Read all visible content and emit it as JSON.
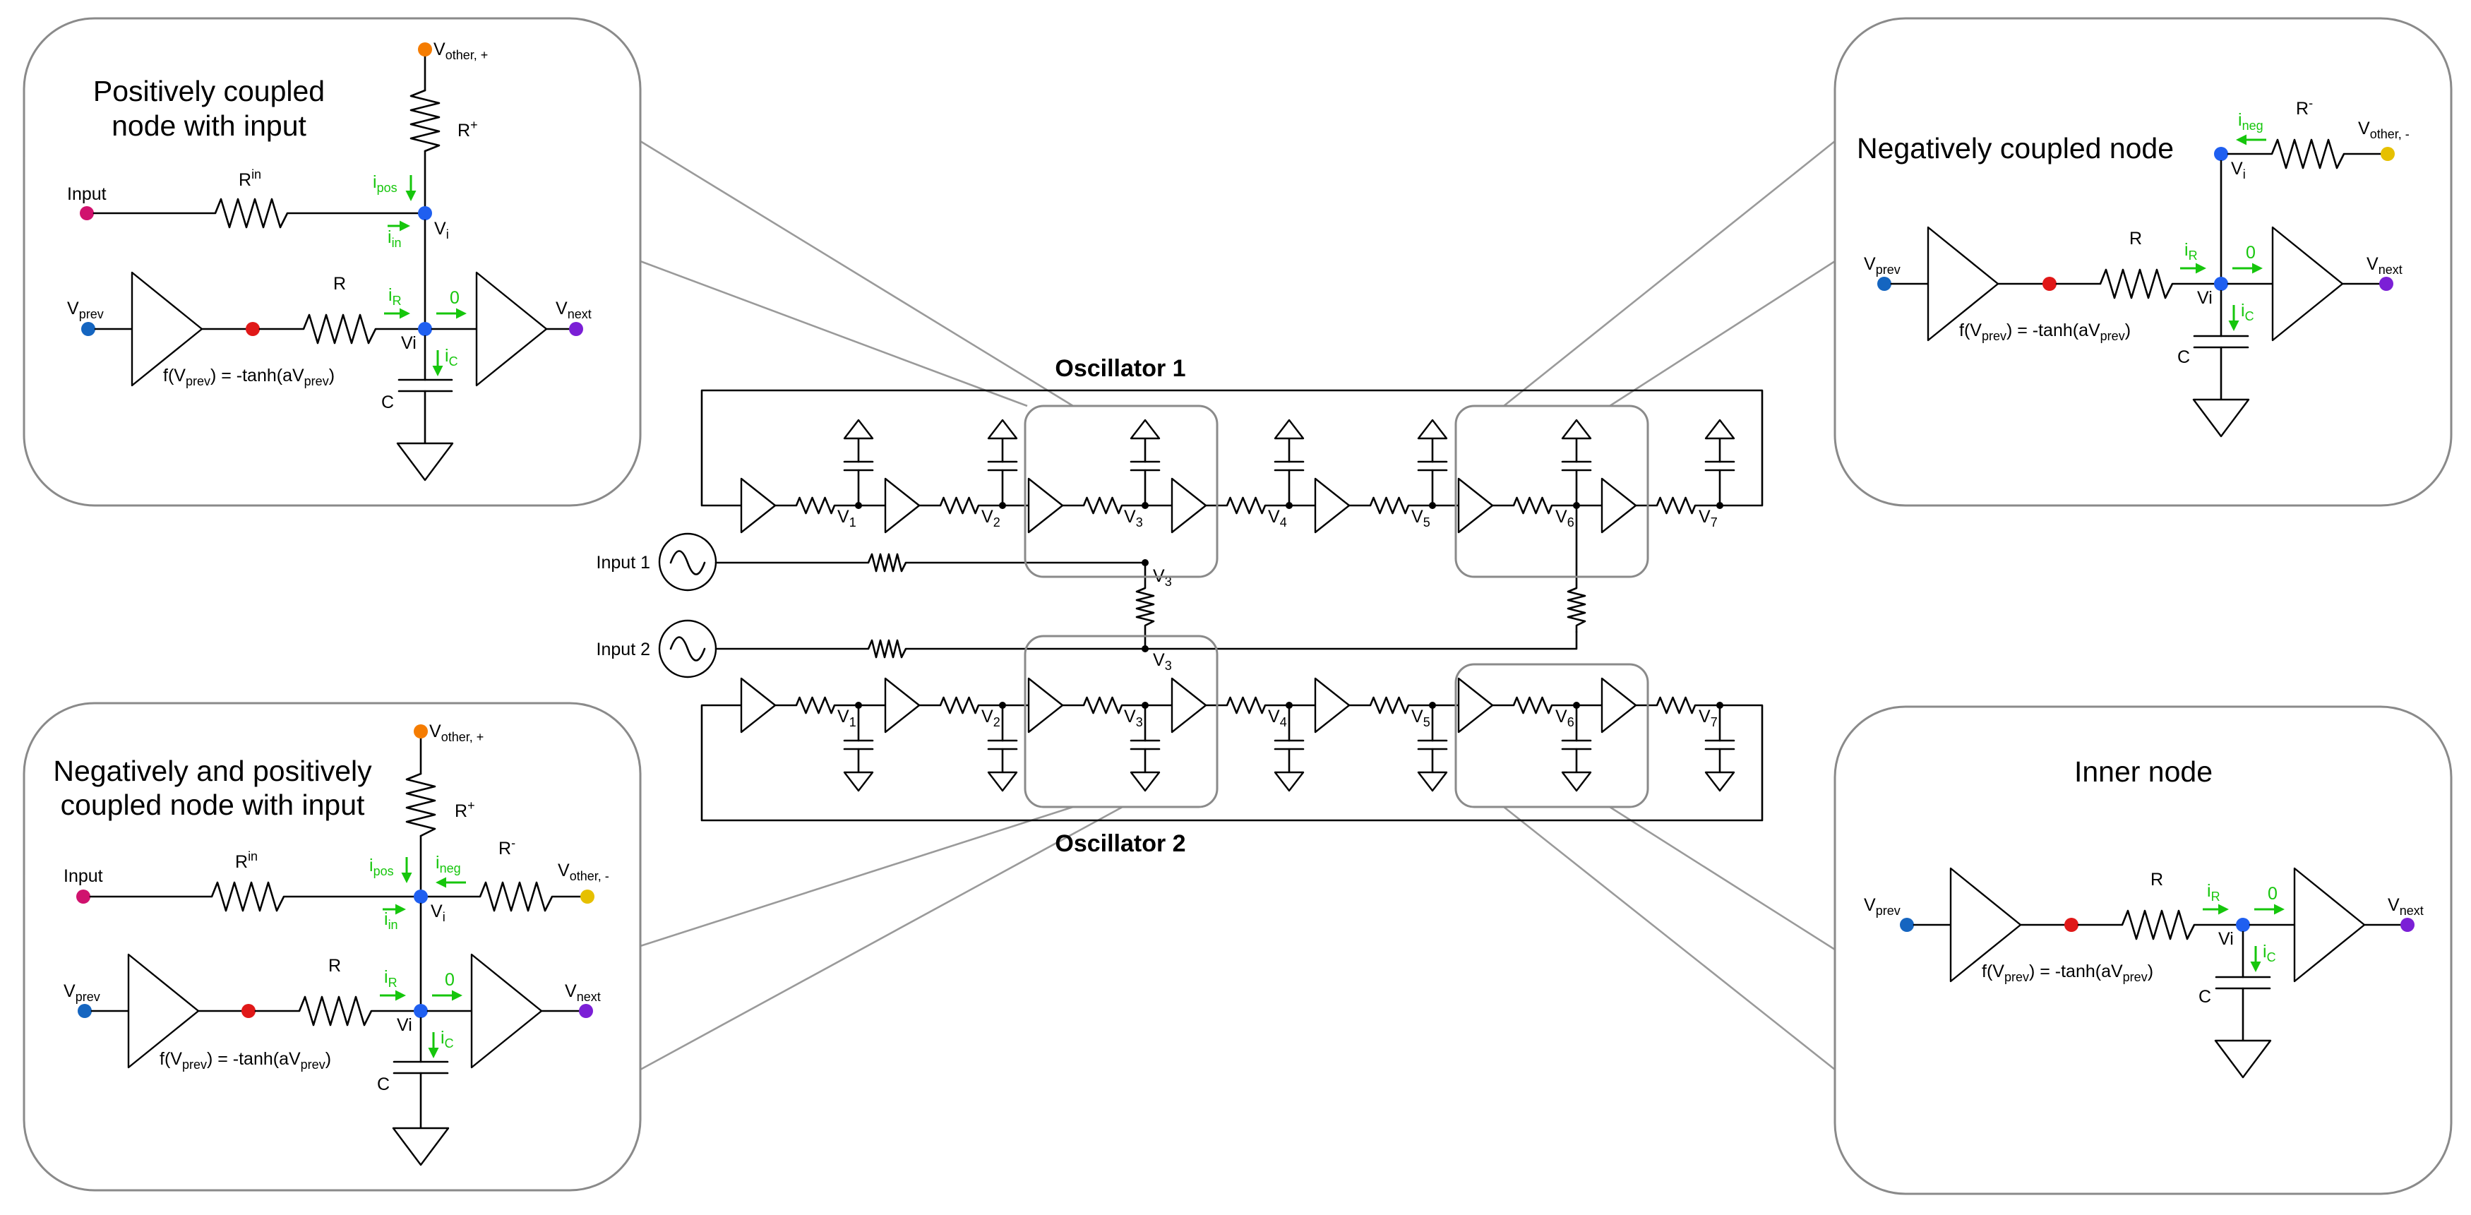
{
  "oscillators": {
    "top_label": "Oscillator 1",
    "bottom_label": "Oscillator 2",
    "node_labels": [
      "V",
      "V",
      "V",
      "V",
      "V",
      "V",
      "V"
    ],
    "node_subs": [
      "1",
      "2",
      "3",
      "4",
      "5",
      "6",
      "7"
    ],
    "coupling_top_label": "V",
    "coupling_top_sub": "3",
    "coupling_bottom_label": "V",
    "coupling_bottom_sub": "3",
    "input1": "Input 1",
    "input2": "Input 2"
  },
  "panels": {
    "pos_input": {
      "title_line1": "Positively coupled",
      "title_line2": "node with input"
    },
    "neg_pos_input": {
      "title_line1": "Negatively and positively",
      "title_line2": "coupled node with input"
    },
    "neg": {
      "title_line1": "Negatively coupled node"
    },
    "inner": {
      "title_line1": "Inner node"
    }
  },
  "labels": {
    "input": "Input",
    "v": "V",
    "prev_sub": "prev",
    "next_sub": "next",
    "other_pos_sub": "other, +",
    "other_neg_sub": "other, -",
    "vi_dot": "V",
    "vi_dot_sub": "i",
    "vi_node": "Vi",
    "r": "R",
    "r_in_sup": "in",
    "r_plus_sup": "+",
    "r_minus_sup": "-",
    "c": "C",
    "i": "i",
    "i_pos_sub": "pos",
    "i_neg_sub": "neg",
    "i_in_sub": "in",
    "i_r_sub": "R",
    "i_c_sub": "C",
    "zero": "0",
    "f_prefix": "f(V",
    "f_mid": ") = -tanh(aV",
    "f_end": ")"
  },
  "colors": {
    "input": "#d0126e",
    "vprev": "#1565c0",
    "vnext": "#7b1fd6",
    "vother_pos": "#f57c00",
    "vother_neg": "#e6c000",
    "vi_dot": "#1f5ff0",
    "vi_text": "#1a1aa0",
    "red_dot": "#e01818",
    "red_text": "#e01818",
    "current": "#16c60c",
    "r_in": "#d0126e",
    "r_plus": "#f57c00",
    "r_minus": "#e0a800",
    "c_text": "#1565c0"
  }
}
